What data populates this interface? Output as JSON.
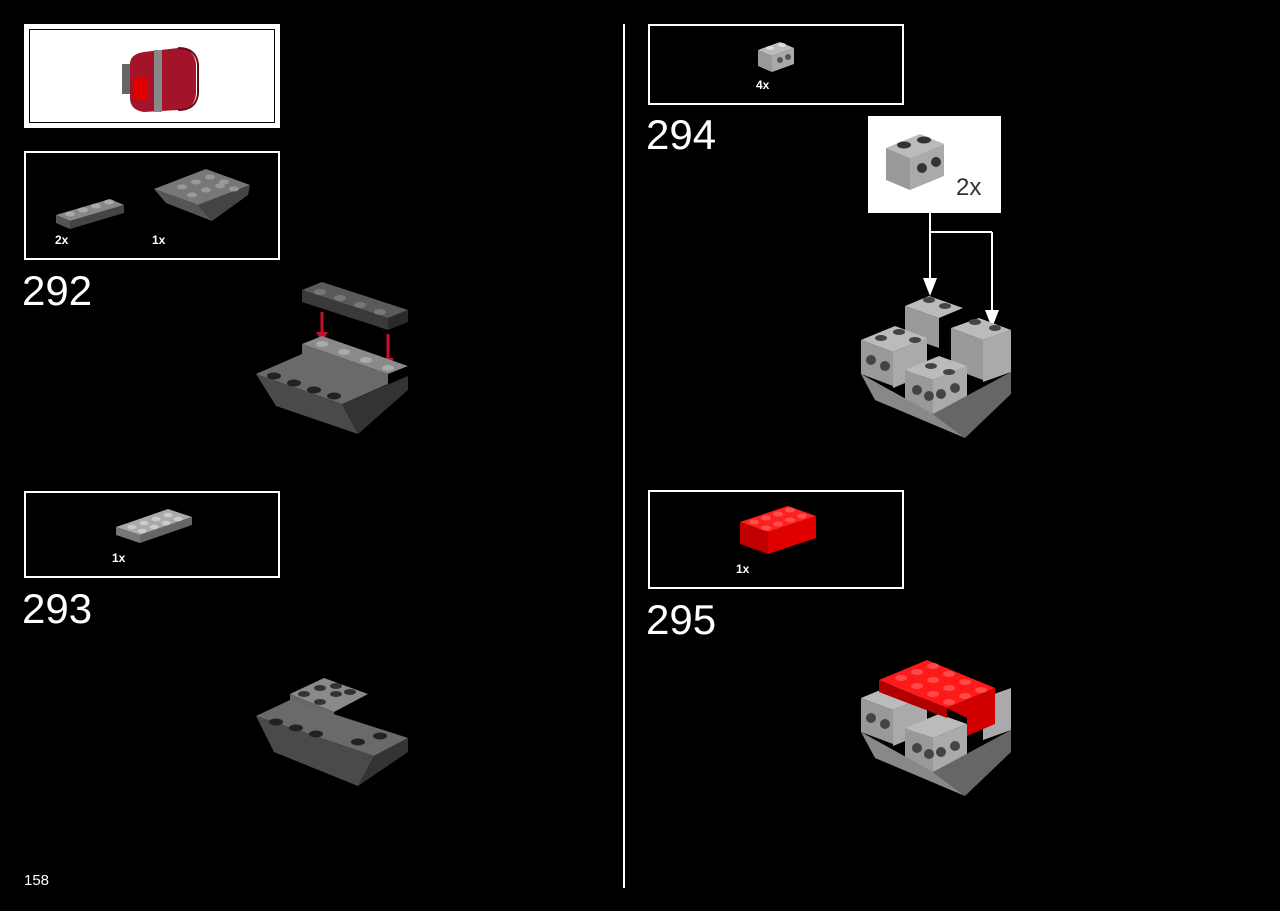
{
  "page_number": "158",
  "steps": [
    {
      "number": "292",
      "parts": [
        {
          "qty": "2x",
          "part": "gray plate 1x4"
        },
        {
          "qty": "1x",
          "part": "inverted slope 2x4"
        }
      ]
    },
    {
      "number": "293",
      "parts": [
        {
          "qty": "1x",
          "part": "light gray plate 2x4"
        }
      ]
    },
    {
      "number": "294",
      "parts": [
        {
          "qty": "4x",
          "part": "brick 1x2 with studs on side"
        }
      ],
      "callout": {
        "qty": "2x"
      }
    },
    {
      "number": "295",
      "parts": [
        {
          "qty": "1x",
          "part": "red brick 2x4"
        }
      ]
    }
  ],
  "colors": {
    "background": "#000000",
    "arrow_red": "#c8102e",
    "brick_red": "#e00000",
    "gray": "#9a9a9a",
    "dark_gray": "#555555"
  }
}
